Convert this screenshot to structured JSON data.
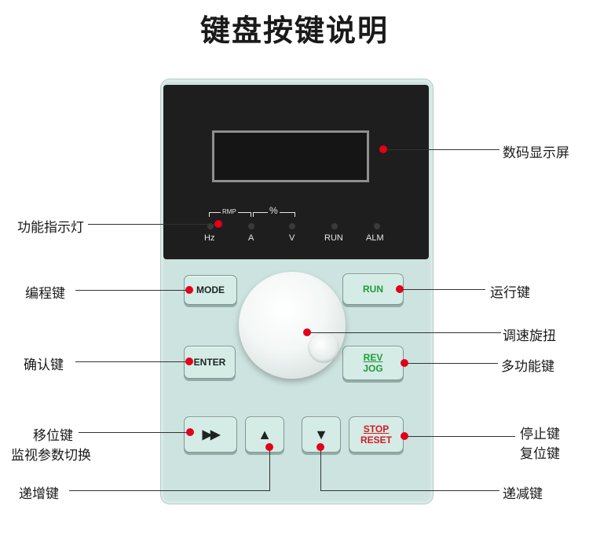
{
  "title": "键盘按键说明",
  "indicators": {
    "rmp": "RMP",
    "percent": "%",
    "hz": "Hz",
    "a": "A",
    "v": "V",
    "run": "RUN",
    "alm": "ALM"
  },
  "keys": {
    "mode": "MODE",
    "run": "RUN",
    "enter": "ENTER",
    "rev": "REV",
    "jog": "JOG",
    "shift": "▶▶",
    "up": "▲",
    "down": "▼",
    "stop": "STOP",
    "reset": "RESET"
  },
  "callouts": {
    "display": "数码显示屏",
    "indicator_lights": "功能指示灯",
    "program_key": "编程键",
    "run_key": "运行键",
    "speed_knob": "调速旋扭",
    "confirm_key": "确认键",
    "multi_function_key": "多功能键",
    "shift_key_line1": "移位键",
    "shift_key_line2": "监视参数切换",
    "stop_key_line1": "停止键",
    "stop_key_line2": "复位键",
    "up_key": "递增键",
    "down_key": "递减键"
  },
  "colors": {
    "device_body": "#cde3df",
    "marker": "#e2001a",
    "run_label": "#1f9b3b",
    "stop_label": "#d11c24"
  }
}
